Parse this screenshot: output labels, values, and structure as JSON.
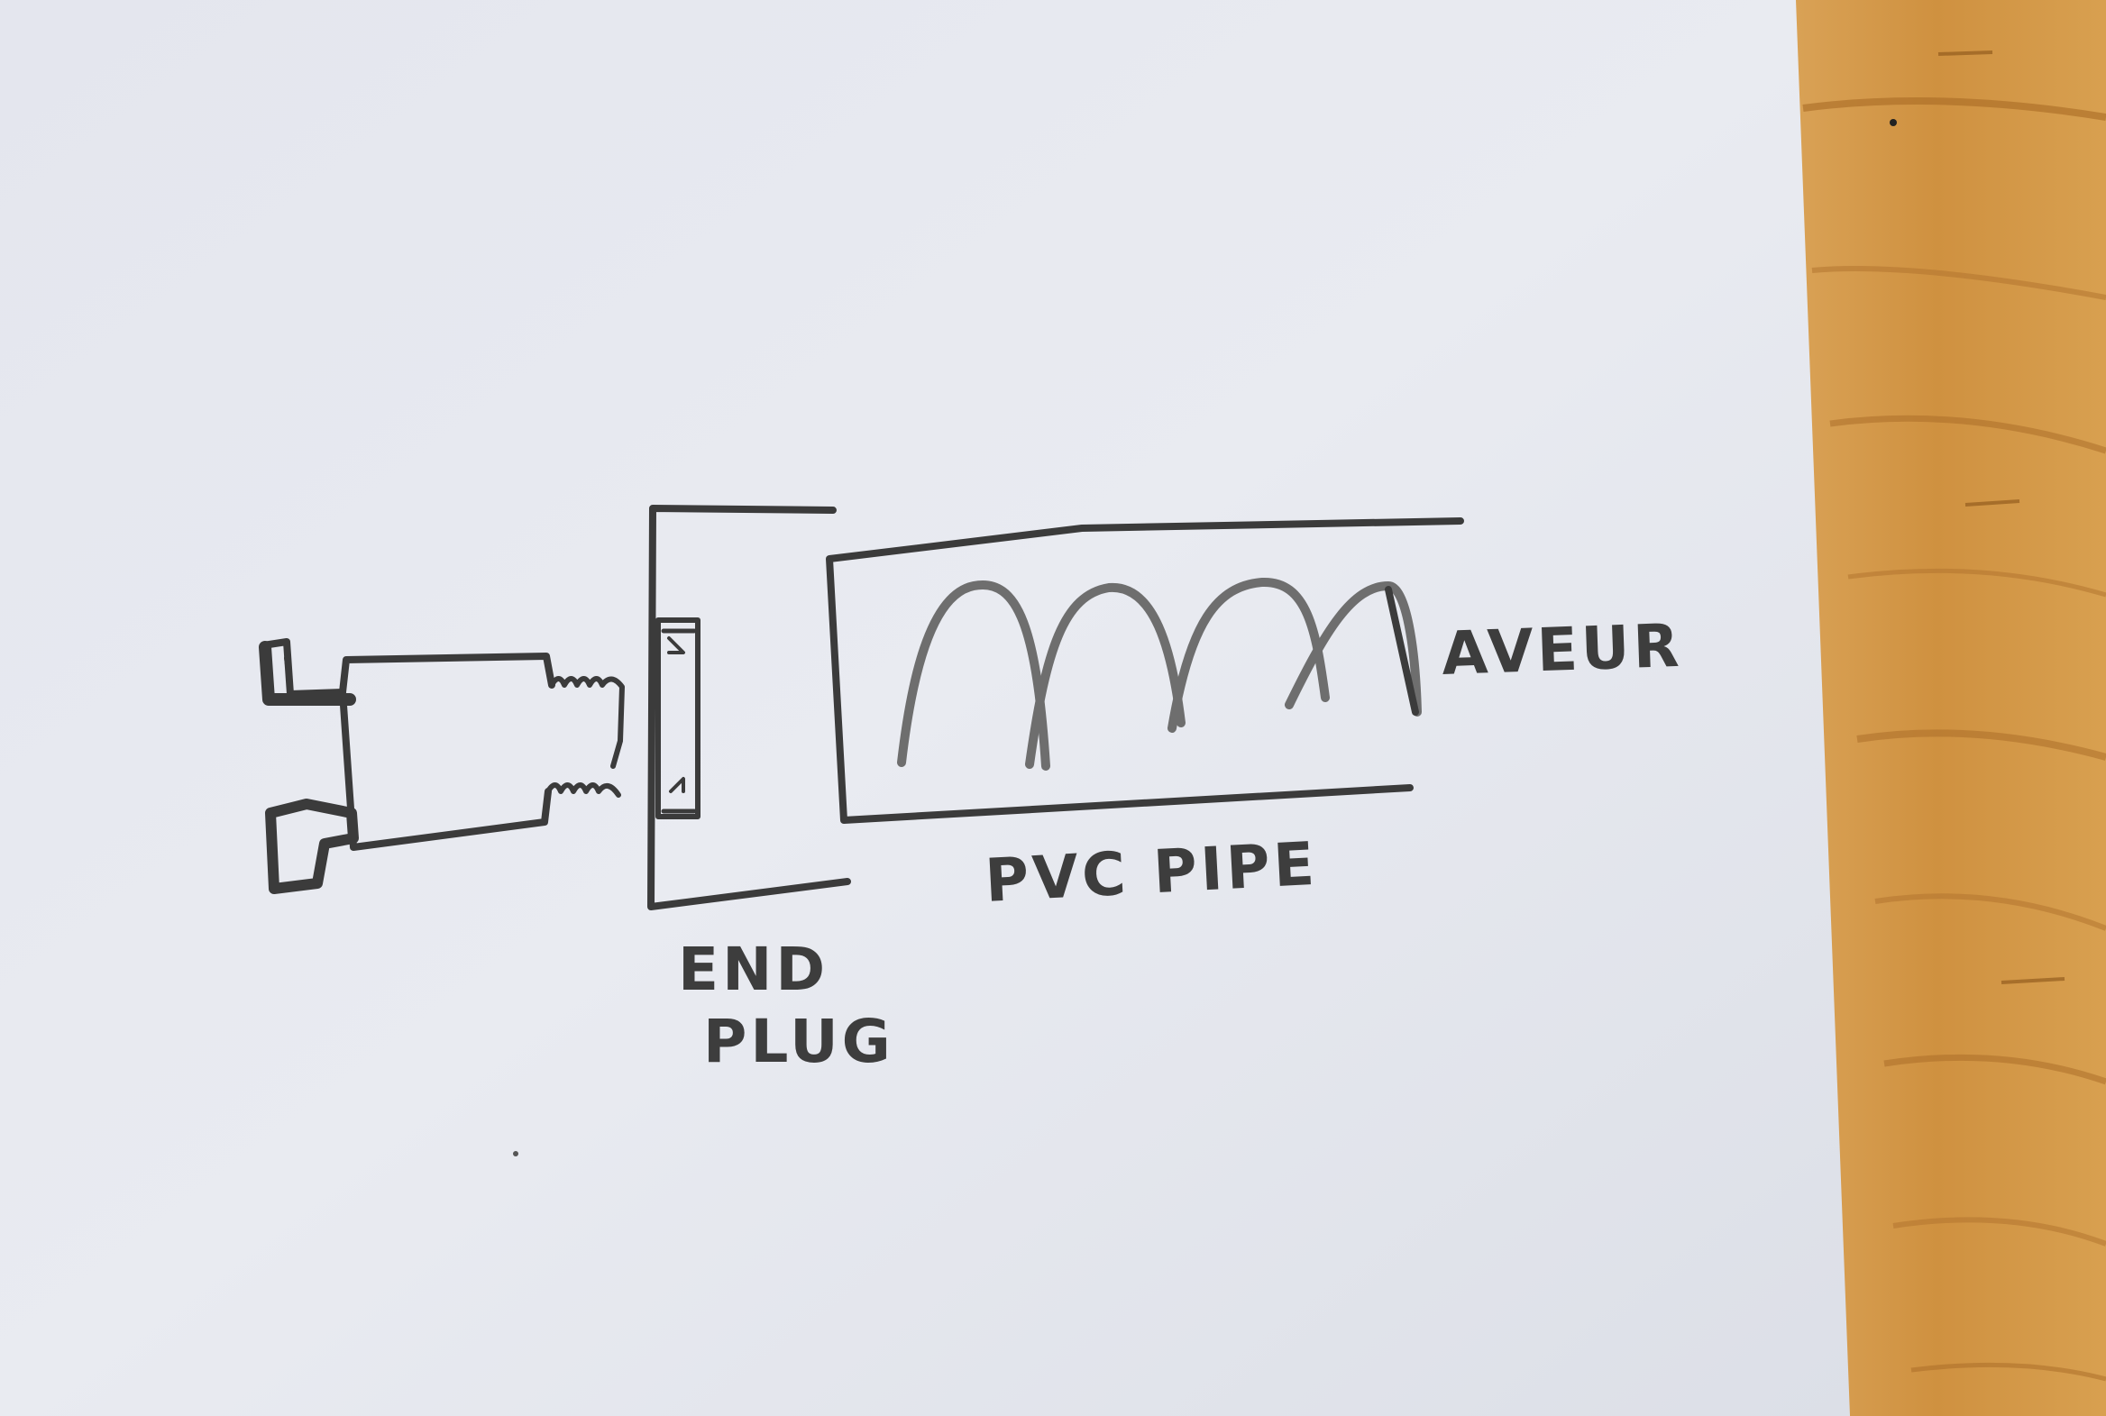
{
  "labels": {
    "aveur": "AVEUR",
    "pvc_pipe": "PVC PIPE",
    "end": "END",
    "plug": "PLUG"
  },
  "colors": {
    "paper": "#e6e8ef",
    "paper_shadow": "#d5d8e0",
    "pencil": "#3b3b3b",
    "pencil_light": "#6e6e6e",
    "wood_base": "#d59a4a",
    "wood_grain": "#a86a25"
  }
}
